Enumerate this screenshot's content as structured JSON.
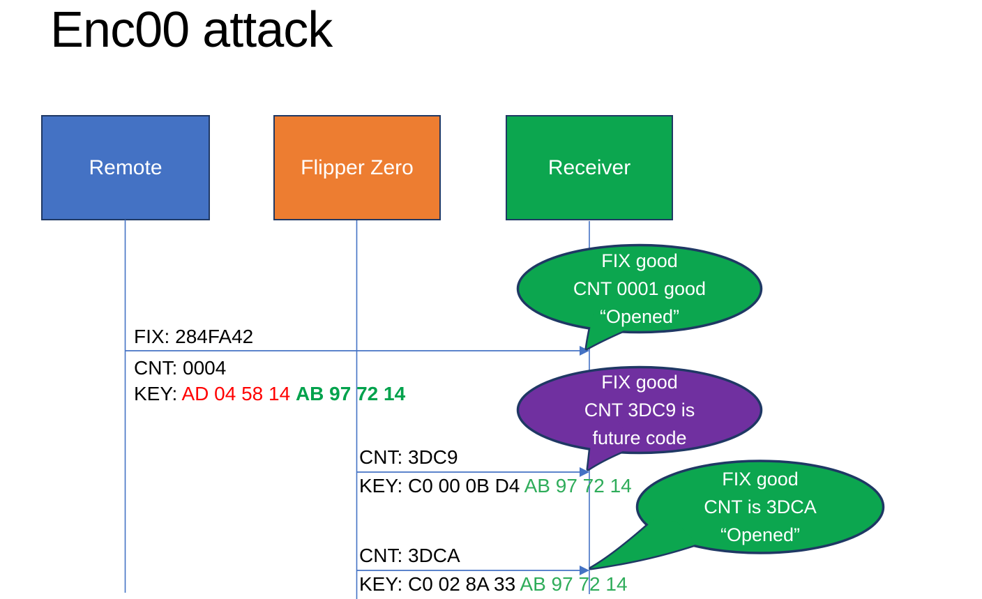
{
  "title": "Enc00 attack",
  "actors": [
    {
      "id": "remote",
      "label": "Remote"
    },
    {
      "id": "flipper",
      "label": "Flipper Zero"
    },
    {
      "id": "receiver",
      "label": "Receiver"
    }
  ],
  "messages": [
    {
      "from": "Remote",
      "to": "Receiver",
      "fix_line": "FIX: 284FA42",
      "cnt_line": "CNT: 0004",
      "key_prefix": "KEY: ",
      "key_red": "AD 04 58 14 ",
      "key_green": "AB 97 72 14"
    },
    {
      "from": "Flipper Zero",
      "to": "Receiver",
      "cnt_line": "CNT: 3DC9",
      "key_prefix": "KEY: ",
      "key_black": "C0 00 0B D4 ",
      "key_green": "AB 97 72 14"
    },
    {
      "from": "Flipper Zero",
      "to": "Receiver",
      "cnt_line": "CNT: 3DCA",
      "key_prefix": "KEY: ",
      "key_black": "C0 02 8A 33 ",
      "key_green": "AB 97 72 14"
    }
  ],
  "callouts": [
    {
      "style": "green",
      "text": "FIX good\nCNT 0001 good\n“Opened”"
    },
    {
      "style": "purple",
      "text": "FIX good\nCNT 3DC9 is\nfuture code"
    },
    {
      "style": "green",
      "text": "FIX good\nCNT is 3DCA\n“Opened”"
    }
  ],
  "colors": {
    "remote_fill": "#4472C4",
    "flipper_fill": "#ED7D31",
    "receiver_fill": "#0CA64F",
    "callout_green": "#0CA64F",
    "callout_purple": "#7030A0",
    "outline_navy": "#1F3864",
    "line_blue": "#4472C4",
    "key_red_text": "#FF0000",
    "key_green_bold_text": "#00A24C",
    "key_green_text": "#2FAC5A"
  }
}
